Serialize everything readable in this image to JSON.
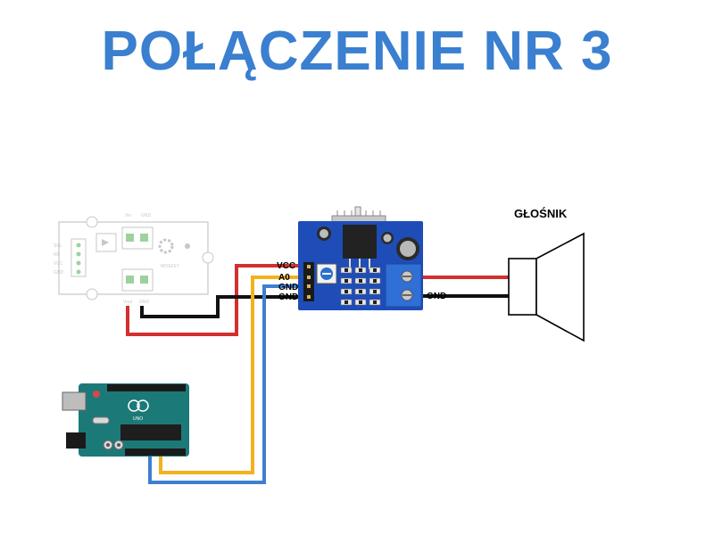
{
  "title": "POŁĄCZENIE NR 3",
  "colors": {
    "title": "#3a7fd0",
    "wire_red": "#d32f2f",
    "wire_black": "#111111",
    "wire_yellow": "#f2b21c",
    "wire_blue": "#3d7fd0",
    "amp_board": "#1f4db8",
    "arduino_board": "#1b7a78"
  },
  "amplifier": {
    "pins": [
      "VCC",
      "A0",
      "GND",
      "GND"
    ],
    "output_label": "GND"
  },
  "speaker": {
    "label": "GŁOŚNIK"
  },
  "mosfet_module": {
    "name": "MOSFET",
    "left_pins": [
      "SIG",
      "NC",
      "VCC",
      "GND"
    ],
    "top_pins": [
      "Vin",
      "GND"
    ],
    "bottom_pins": [
      "Vout",
      "GND"
    ]
  },
  "arduino": {
    "board_text": "UNO"
  }
}
